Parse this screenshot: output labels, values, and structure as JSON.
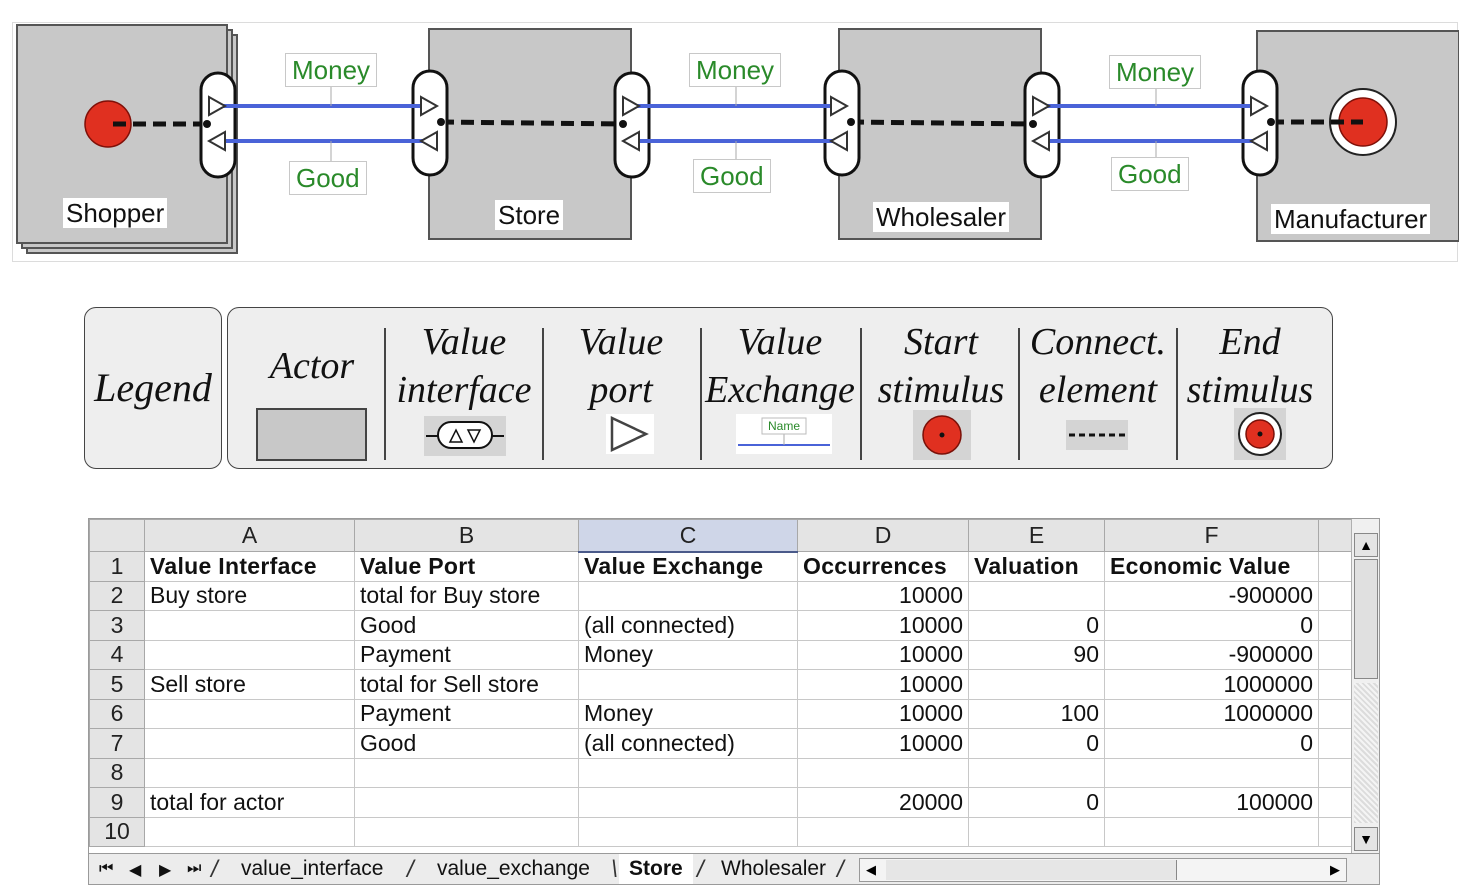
{
  "diagram": {
    "actors": [
      "Shopper",
      "Store",
      "Wholesaler",
      "Manufacturer"
    ],
    "exchanges": [
      {
        "top": "Money",
        "bottom": "Good"
      },
      {
        "top": "Money",
        "bottom": "Good"
      },
      {
        "top": "Money",
        "bottom": "Good"
      }
    ]
  },
  "legend": {
    "title": "Legend",
    "items": [
      {
        "line1": "Actor",
        "line2": "",
        "symbol": "actor-rect"
      },
      {
        "line1": "Value",
        "line2": "interface",
        "symbol": "value-interface"
      },
      {
        "line1": "Value",
        "line2": "port",
        "symbol": "value-port-triangle"
      },
      {
        "line1": "Value",
        "line2": "Exchange",
        "symbol": "value-exchange-line",
        "symbol_text": "Name"
      },
      {
        "line1": "Start",
        "line2": "stimulus",
        "symbol": "start-stimulus-dot"
      },
      {
        "line1": "Connect.",
        "line2": "element",
        "symbol": "dashed-line"
      },
      {
        "line1": "End",
        "line2": "stimulus",
        "symbol": "end-stimulus-bullseye"
      }
    ]
  },
  "sheet": {
    "columns": [
      "A",
      "B",
      "C",
      "D",
      "E",
      "F"
    ],
    "selected_column": "C",
    "row_numbers": [
      "1",
      "2",
      "3",
      "4",
      "5",
      "6",
      "7",
      "8",
      "9",
      "10"
    ],
    "rows": [
      [
        "Value Interface",
        "Value Port",
        "Value Exchange",
        "Occurrences",
        "Valuation",
        "Economic Value"
      ],
      [
        "Buy store",
        "total for Buy store",
        "",
        "10000",
        "",
        "-900000"
      ],
      [
        "",
        "Good",
        "(all connected)",
        "10000",
        "0",
        "0"
      ],
      [
        "",
        "Payment",
        "Money",
        "10000",
        "90",
        "-900000"
      ],
      [
        "Sell store",
        "total for Sell store",
        "",
        "10000",
        "",
        "1000000"
      ],
      [
        "",
        "Payment",
        "Money",
        "10000",
        "100",
        "1000000"
      ],
      [
        "",
        "Good",
        "(all connected)",
        "10000",
        "0",
        "0"
      ],
      [
        "",
        "",
        "",
        "",
        "",
        ""
      ],
      [
        "total for actor",
        "",
        "",
        "20000",
        "0",
        "100000"
      ],
      [
        "",
        "",
        "",
        "",
        "",
        ""
      ]
    ],
    "tabs": [
      "value_interface",
      "value_exchange",
      "Store",
      "Wholesaler"
    ],
    "active_tab": "Store"
  },
  "colors": {
    "actor_fill": "#c8c8c8",
    "exchange_line": "#4a63d8",
    "label_green": "#2a8a2a",
    "stimulus_red": "#e03020"
  }
}
